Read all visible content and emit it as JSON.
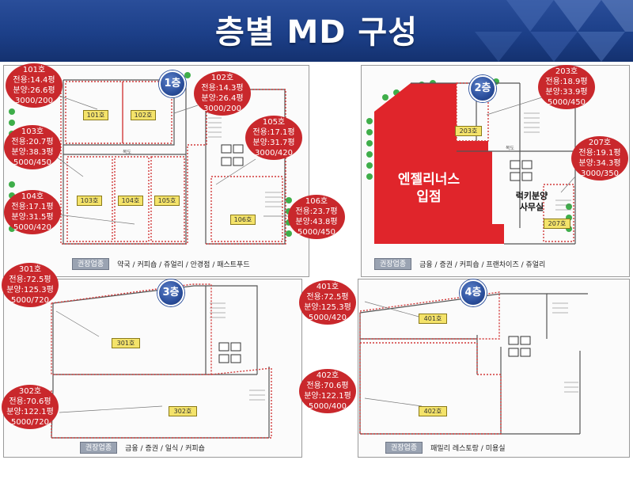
{
  "header": {
    "title": "층별 MD 구성"
  },
  "floors": {
    "f1": {
      "badge": "1층",
      "corridor_label": "복도",
      "units": [
        {
          "code": "101호",
          "lines": [
            "101호",
            "전용:14.4평",
            "분양:26.6평",
            "3000/200"
          ]
        },
        {
          "code": "102호",
          "lines": [
            "102호",
            "전용:14.3평",
            "분양:26.4평",
            "3000/200"
          ]
        },
        {
          "code": "103호",
          "lines": [
            "103호",
            "전용:20.7평",
            "분양:38.3평",
            "5000/450"
          ]
        },
        {
          "code": "104호",
          "lines": [
            "104호",
            "전용:17.1평",
            "분양:31.5평",
            "5000/420"
          ]
        },
        {
          "code": "105호",
          "lines": [
            "105호",
            "전용:17.1평",
            "분양:31.7평",
            "3000/420"
          ]
        },
        {
          "code": "106호",
          "lines": [
            "106호",
            "전용:23.7평",
            "분양:43.8평",
            "5000/450"
          ]
        }
      ],
      "recommend_tag": "권장업종",
      "recommend_text": "약국 / 커피숍 / 쥬얼리 / 안경점 / 패스트푸드"
    },
    "f2": {
      "badge": "2층",
      "corridor_label": "복도",
      "units": [
        {
          "code": "203호",
          "lines": [
            "203호",
            "전용:18.9평",
            "분양:33.9평",
            "5000/450"
          ]
        },
        {
          "code": "207호",
          "lines": [
            "207호",
            "전용:19.1평",
            "분양:34.3평",
            "3000/350"
          ]
        }
      ],
      "angel_lines": [
        "엔젤리너스",
        "입점"
      ],
      "office_lines": [
        "럭키분양",
        "사무실"
      ],
      "recommend_tag": "권장업종",
      "recommend_text": "금융 / 증권 / 커피숍 / 프랜차이즈 / 쥬얼리"
    },
    "f3": {
      "badge": "3층",
      "units": [
        {
          "code": "301호",
          "lines": [
            "301호",
            "전용:72.5평",
            "분양:125.3평",
            "5000/720"
          ]
        },
        {
          "code": "302호",
          "lines": [
            "302호",
            "전용:70.6평",
            "분양:122.1평",
            "5000/720"
          ]
        }
      ],
      "recommend_tag": "권장업종",
      "recommend_text": "금융 / 증권 / 일식 / 커피숍"
    },
    "f4": {
      "badge": "4층",
      "units": [
        {
          "code": "401호",
          "lines": [
            "401호",
            "전용:72.5평",
            "분양:125.3평",
            "5000/420"
          ]
        },
        {
          "code": "402호",
          "lines": [
            "402호",
            "전용:70.6평",
            "분양:122.1평",
            "5000/400"
          ]
        }
      ],
      "recommend_tag": "권장업종",
      "recommend_text": "패밀리 레스토랑 / 미용실"
    }
  },
  "colors": {
    "header": "#1c3f88",
    "badge": "#2b4f9c",
    "info": "#c9282c",
    "tenant": "#e0252b",
    "unit_label": "#f4e36a",
    "tree": "#3fae4a"
  }
}
